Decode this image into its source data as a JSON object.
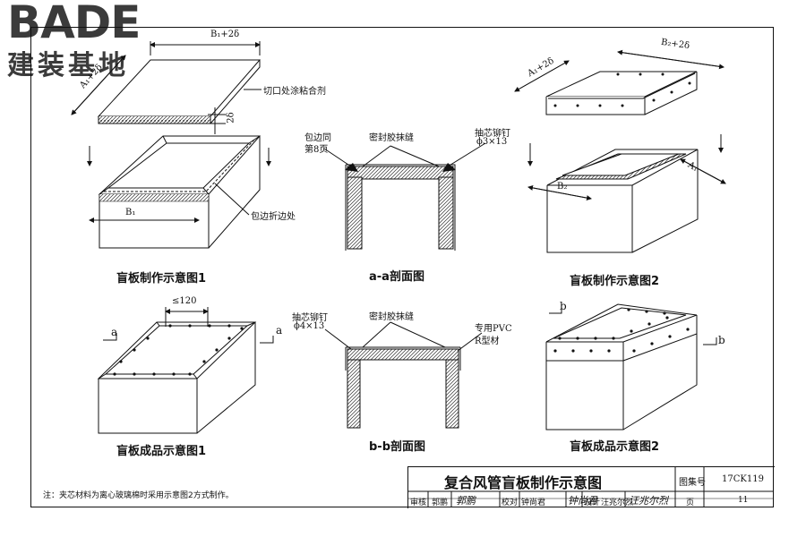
{
  "logo": {
    "word": "BADE",
    "subtitle": "建装基地"
  },
  "captions": {
    "fig1": "盲板制作示意图1",
    "section_a": "a-a剖面图",
    "fig2": "盲板制作示意图2",
    "product1": "盲板成品示意图1",
    "section_b": "b-b剖面图",
    "product2": "盲板成品示意图2"
  },
  "labels": {
    "cut_glue": "切口处涂粘合剂",
    "fold_edge": "包边折边处",
    "wrap_same_1": "包边同",
    "wrap_same_2": "第8页",
    "sealant_a": "密封胶抹缝",
    "rivet_a_1": "抽芯铆钉",
    "rivet_a_2": "ϕ3×13",
    "rivet_b_1": "抽芯铆钉",
    "rivet_b_2": "ϕ4×13",
    "sealant_b": "密封胶抹缝",
    "pvc_1": "专用PVC",
    "pvc_2": "R型材",
    "a_left": "a",
    "a_right": "a",
    "b_left": "b",
    "b_right": "b"
  },
  "dimensions": {
    "b1_2d": "B₁+2δ",
    "a1_2d": "A₁+2δ",
    "two_d": "2δ",
    "b1": "B₁",
    "b2_2d": "B₂+2δ",
    "a1_2d_right": "A₁+2δ",
    "b2": "B₂",
    "a1": "A₁",
    "max120": "≤120"
  },
  "note": "注：夹芯材料为离心玻璃棉时采用示意图2方式制作。",
  "title_block": {
    "title": "复合风管盲板制作示意图",
    "atlas_label": "图集号",
    "atlas_no": "17CK119",
    "review_label": "审核",
    "reviewer": "郭鹏",
    "reviewer_sig": "郭鹏",
    "check_label": "校对",
    "checker": "钟尚君",
    "checker_sig": "钟尚君",
    "design_label": "设计",
    "designer": "汪兆尔烈",
    "designer_sig": "汪兆尔烈",
    "page_label": "页",
    "page_no": "11"
  }
}
